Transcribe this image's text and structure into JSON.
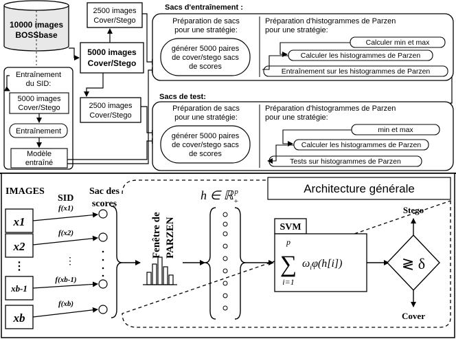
{
  "top": {
    "database": {
      "line1": "10000 images",
      "line2": "BOSSbase"
    },
    "train_split": {
      "line1": "2500 images",
      "line2": "Cover/Stego"
    },
    "main_split": {
      "line1": "5000 images",
      "line2": "Cover/Stego"
    },
    "test_split": {
      "line1": "2500 images",
      "line2": "Cover/Stego"
    },
    "sid_training": {
      "title1": "Entraînement",
      "title2": "du SID:",
      "data1": "5000 images",
      "data2": "Cover/Stego",
      "step": "Entraînement",
      "model1": "Modèle",
      "model2": "entraîné"
    },
    "training_bags": {
      "heading": "Sacs d'entraînement :",
      "prep_line1": "Préparation de sacs",
      "prep_line2": "pour une stratégie:",
      "gen_line1": "générer 5000 paires",
      "gen_line2": "de cover/stego sacs",
      "gen_line3": "de scores",
      "hist_line1": "Préparation d'histogrammes de Parzen",
      "hist_line2": "pour une stratégie:",
      "step1": "Calculer min et max",
      "step2": "Calculer les histogrammes de Parzen",
      "step3": "Entraînement sur les histogrammes de Parzen"
    },
    "test_bags": {
      "heading": "Sacs de test:",
      "prep_line1": "Préparation de sacs",
      "prep_line2": "pour une stratégie:",
      "gen_line1": "générer 5000 paires",
      "gen_line2": "de cover/stego sacs",
      "gen_line3": "de scores",
      "hist_line1": "Préparation d'histogrammes de Parzen",
      "hist_line2": "pour une stratégie:",
      "step1": "min et max",
      "step2": "Calculer les histogrammes de Parzen",
      "step3": "Tests sur histogrammes de Parzen"
    }
  },
  "bottom": {
    "title": "Architecture générale",
    "images_label": "IMAGES",
    "sid_label": "SID",
    "bag_label1": "Sac des",
    "bag_label2": "scores",
    "images": [
      "x1",
      "x2",
      "⋮",
      "xb-1",
      "xb"
    ],
    "sid_functions": [
      "f(x1)",
      "f(x2)",
      "⋮",
      "f(xb-1)",
      "f(xb)"
    ],
    "parzen_label1": "Fenêtre de",
    "parzen_label2": "PARZEN",
    "h_label": "h ∈ ℝ+p",
    "svm_label": "SVM",
    "svm_formula": "∑ ωi φ(h[i])",
    "sum_lower": "i=1",
    "sum_upper": "p",
    "decision": "≷ δ",
    "stego": "Stego",
    "cover": "Cover"
  }
}
